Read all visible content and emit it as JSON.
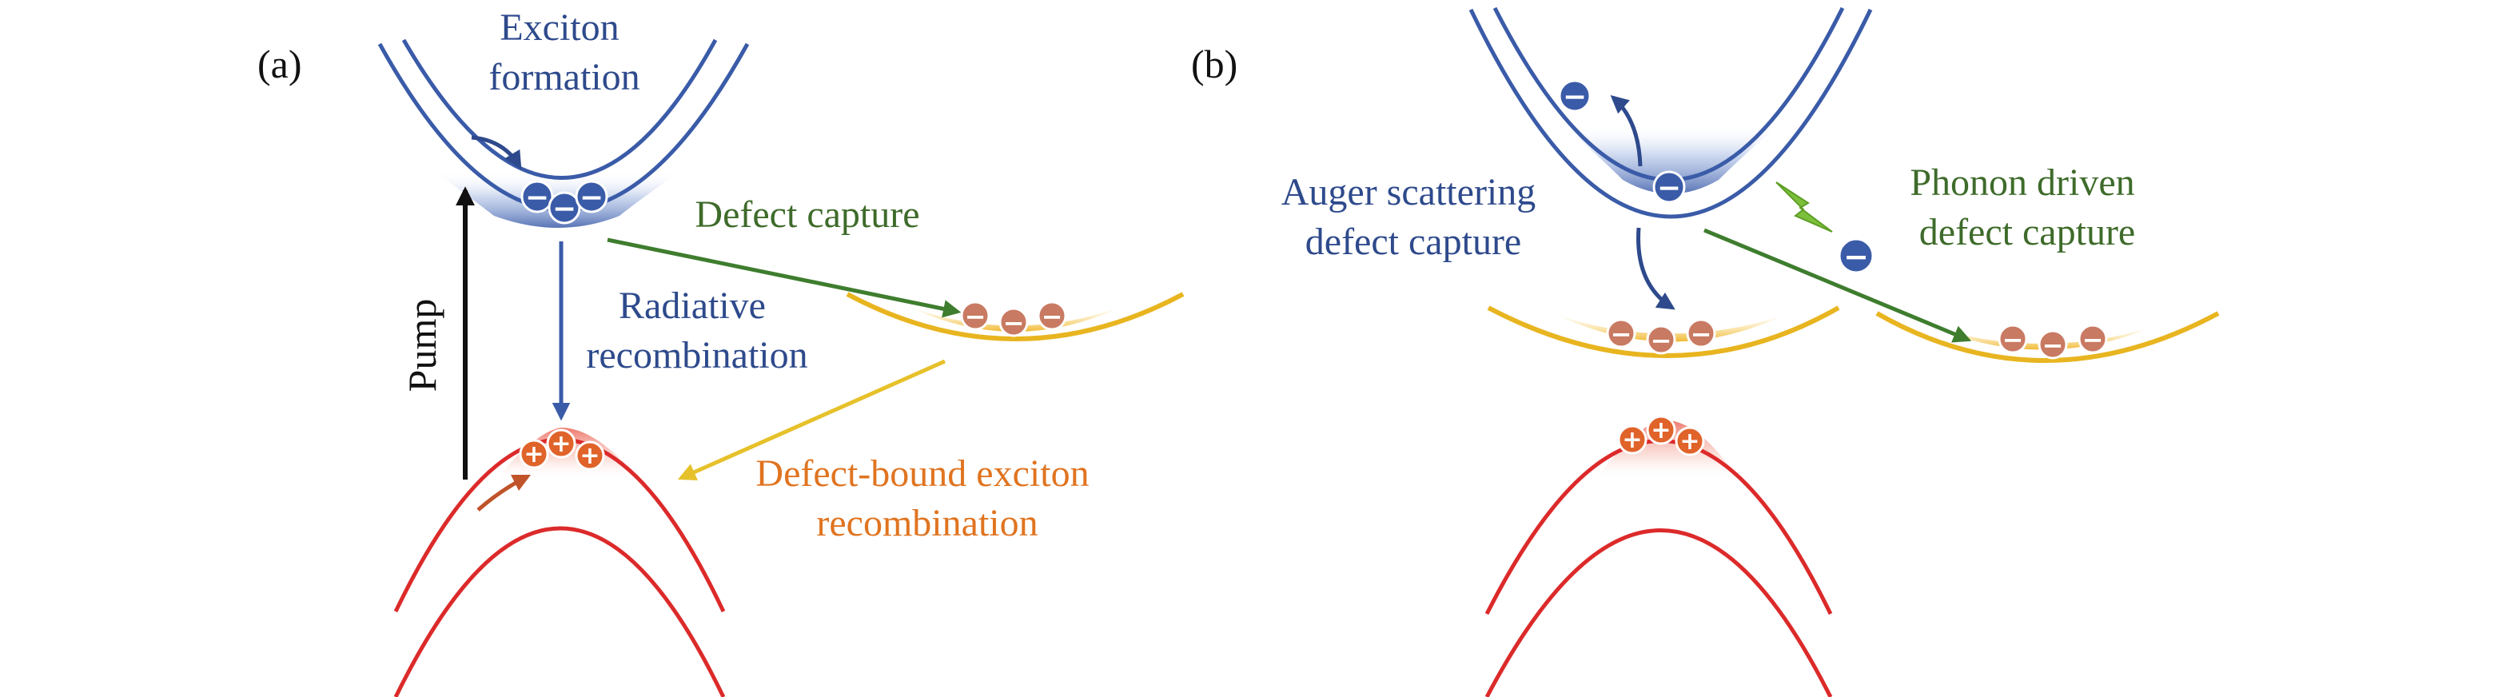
{
  "panels": {
    "a": {
      "tag": "(a)",
      "exciton_formation": [
        "Exciton",
        "formation"
      ],
      "defect_capture": "Defect capture",
      "radiative_recombination": [
        "Radiative",
        "recombination"
      ],
      "pump": "Pump",
      "defect_bound_recombination": [
        "Defect-bound exciton",
        "recombination"
      ]
    },
    "b": {
      "tag": "(b)",
      "auger_capture": [
        "Auger scattering",
        "defect capture"
      ],
      "phonon_capture": [
        "Phonon driven",
        "defect capture"
      ]
    }
  },
  "symbols": {
    "electron": "−",
    "hole": "+"
  },
  "colors": {
    "conduction_band": "#3a5ba8",
    "valence_band": "#dc2a2a",
    "defect_level": "#e8b520",
    "electron": "#3a5ba8",
    "defect_electron": "#c97a62",
    "hole": "#e0632a",
    "green_arrow": "#3e7d2e",
    "yellow_arrow": "#e6c12a",
    "pump_arrow": "#111111",
    "lightning": "#7cbf3a"
  },
  "icons": {
    "lightning": "lightning-bolt-icon",
    "electron": "electron-circle-icon",
    "hole": "hole-circle-icon"
  }
}
